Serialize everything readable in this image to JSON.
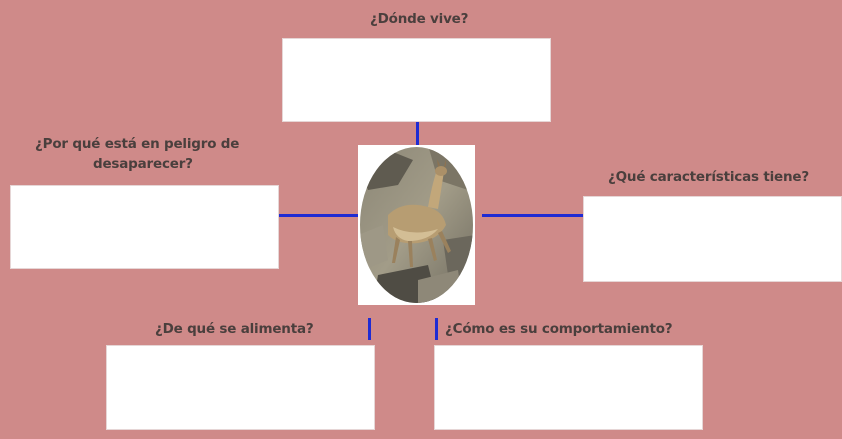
{
  "questions": {
    "where": "¿Dónde vive?",
    "danger_line1": "¿Por qué está en peligro de",
    "danger_line2": "desaparecer?",
    "characteristics": "¿Qué características tiene?",
    "food": "¿De qué se alimenta?",
    "behavior": "¿Cómo es su comportamiento?"
  },
  "center_image": {
    "description": "animal-photo"
  },
  "colors": {
    "background": "#cf8a89",
    "text": "#4a3f3d",
    "connector": "#1f2bd3",
    "box": "#ffffff"
  }
}
